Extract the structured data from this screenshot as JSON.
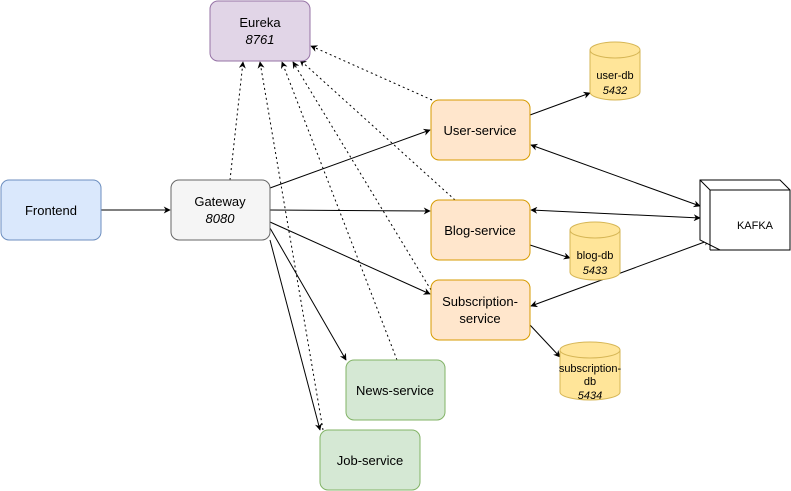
{
  "nodes": {
    "eureka": {
      "label": "Eureka",
      "port": "8761"
    },
    "frontend": {
      "label": "Frontend"
    },
    "gateway": {
      "label": "Gateway",
      "port": "8080"
    },
    "user_service": {
      "label": "User-service"
    },
    "blog_service": {
      "label": "Blog-service"
    },
    "subscription_service": {
      "line1": "Subscription-",
      "line2": "service"
    },
    "news_service": {
      "label": "News-service"
    },
    "job_service": {
      "label": "Job-service"
    },
    "user_db": {
      "label": "user-db",
      "port": "5432"
    },
    "blog_db": {
      "label": "blog-db",
      "port": "5433"
    },
    "subscription_db": {
      "line1": "subscription-",
      "line2": "db",
      "port": "5434"
    },
    "kafka": {
      "label": "KAFKA"
    }
  },
  "colors": {
    "eureka_fill": "#e1d5e7",
    "eureka_stroke": "#9673a6",
    "frontend_fill": "#dae8fc",
    "frontend_stroke": "#6c8ebf",
    "gateway_fill": "#f5f5f5",
    "gateway_stroke": "#666666",
    "orange_fill": "#ffe6cc",
    "orange_stroke": "#d79b00",
    "green_fill": "#d5e8d4",
    "green_stroke": "#82b366",
    "db_fill": "#ffe599",
    "db_stroke": "#d6b656"
  }
}
